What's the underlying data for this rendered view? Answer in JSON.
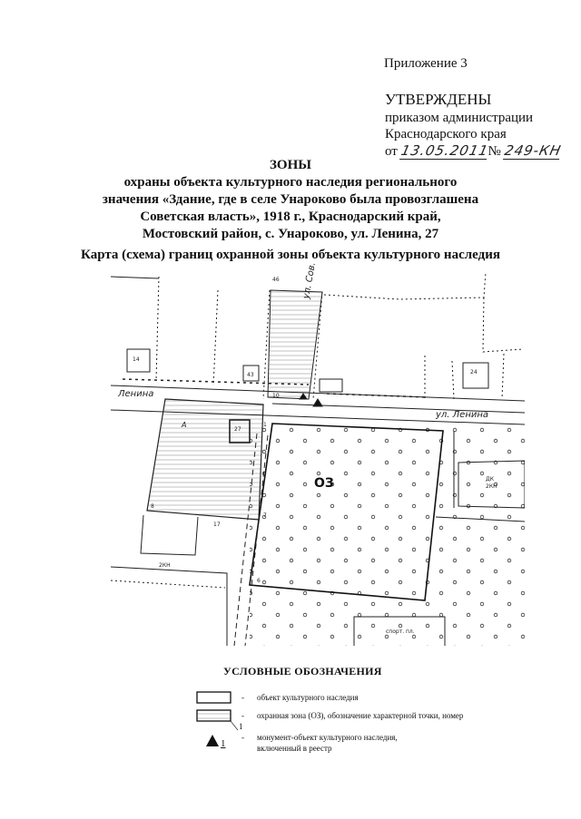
{
  "header": {
    "appendix": "Приложение 3",
    "approved": "УТВЕРЖДЕНЫ",
    "order_line1": "приказом администрации",
    "order_line2": "Краснодарского края",
    "date_prefix": "от",
    "date_handwritten": "13.05.2011",
    "number_sign": "№",
    "number_handwritten": "249-КН"
  },
  "title": {
    "line1": "ЗОНЫ",
    "line2": "охраны объекта культурного наследия регионального",
    "line3": "значения «Здание, где в селе Унароково была провозглашена",
    "line4": "Советская власть», 1918 г., Краснодарский край,",
    "line5": "Мостовский район, с. Унароково, ул. Ленина, 27"
  },
  "map": {
    "title": "Карта (схема) границ охранной зоны объекта культурного наследия",
    "labels": {
      "street_west": "Ленина",
      "street_east": "ул. Ленина",
      "street_north": "ул. Сов.",
      "zone": "ОЗ",
      "dk": "ДК",
      "dk_floors": "2КН",
      "sport": "спорт. пл.",
      "floors_sw": "2КН",
      "point_a": "А"
    },
    "building_numbers": [
      "14",
      "43",
      "27",
      "24",
      "17",
      "46"
    ],
    "point_numbers": [
      "1",
      "6",
      "7",
      "8",
      "10"
    ]
  },
  "legend": {
    "title": "УСЛОВНЫЕ ОБОЗНАЧЕНИЯ",
    "items": [
      {
        "symbol": "rectangle-outline",
        "dash": "-",
        "text": "объект культурного наследия"
      },
      {
        "symbol": "hatched-rectangle",
        "dash": "-",
        "text": "охранная зона (ОЗ), обозначение характерной точки, номер",
        "point_label": "1"
      },
      {
        "symbol": "triangle-filled",
        "dash": "-",
        "number": "1",
        "text_line1": "монумент-объект культурного наследия,",
        "text_line2": "включенный в реестр"
      }
    ]
  }
}
